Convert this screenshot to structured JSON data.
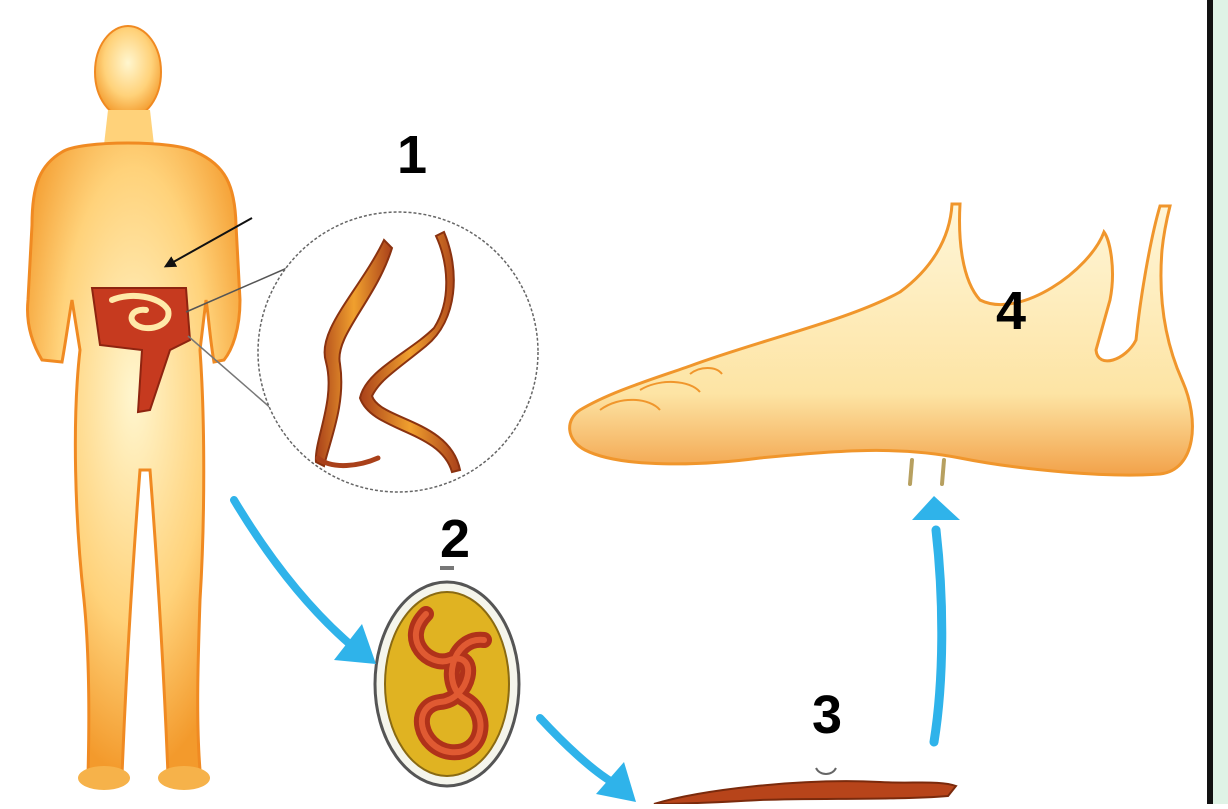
{
  "labels": {
    "step1": "1",
    "step2": "2",
    "step3": "3",
    "step4": "4"
  },
  "icons": {
    "host": "human-body-icon",
    "intestine": "intestine-icon",
    "adult_worm": "adult-worms-icon",
    "egg": "egg-with-larva-icon",
    "larva": "soil-larva-icon",
    "foot": "bare-foot-icon"
  },
  "colors": {
    "arrow": "#2fb3ea",
    "skin": "#f7a53a",
    "skin_light": "#fff2c4",
    "worm": "#c8551b",
    "intestine": "#c63a1f",
    "frame": "#111111",
    "edge_green": "#dff3e6"
  }
}
